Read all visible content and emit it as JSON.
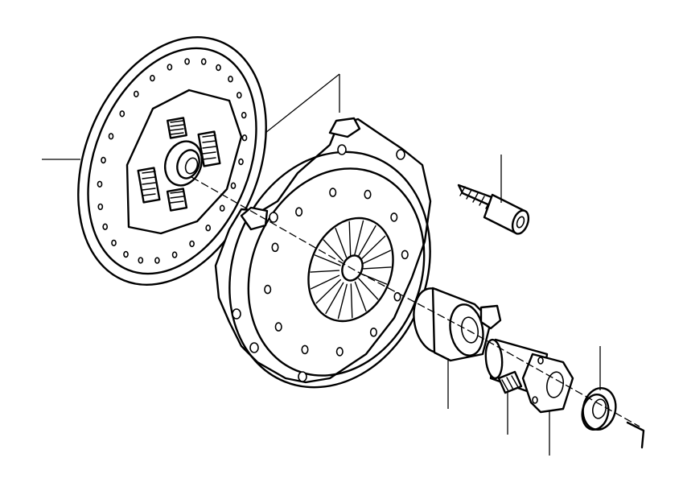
{
  "diagram": {
    "type": "exploded-parts-view",
    "parts": [
      {
        "id": "clutch-disc",
        "icon": "clutch-disc-icon"
      },
      {
        "id": "pressure-plate",
        "icon": "pressure-plate-icon"
      },
      {
        "id": "bolt",
        "icon": "bolt-icon"
      },
      {
        "id": "release-bearing",
        "icon": "release-bearing-icon"
      },
      {
        "id": "guide-sleeve",
        "icon": "guide-sleeve-icon"
      },
      {
        "id": "screw",
        "icon": "screw-icon"
      },
      {
        "id": "seal-ring",
        "icon": "seal-ring-icon"
      }
    ],
    "line_color": "#000000",
    "background": "#ffffff"
  }
}
